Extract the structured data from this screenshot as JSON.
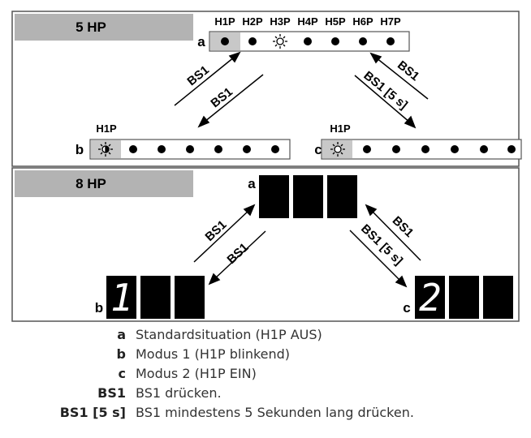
{
  "panel_5hp": {
    "title": "5 HP",
    "led_labels": [
      "H1P",
      "H2P",
      "H3P",
      "H4P",
      "H5P",
      "H6P",
      "H7P"
    ],
    "mode_a_label": "a",
    "mode_b_label": "b",
    "mode_c_label": "c",
    "h1p_label": "H1P",
    "arrow_labels": {
      "a_to_b_up": "BS1",
      "a_to_b_down": "BS1",
      "a_to_c_up": "BS1",
      "a_to_c_down": "BS1 [5 s]"
    }
  },
  "panel_8hp": {
    "title": "8 HP",
    "mode_a_label": "a",
    "mode_b_label": "b",
    "mode_c_label": "c",
    "digit_b": "1",
    "digit_c": "2",
    "arrow_labels": {
      "a_to_b_up": "BS1",
      "a_to_b_down": "BS1",
      "a_to_c_up": "BS1",
      "a_to_c_down": "BS1 [5 s]"
    }
  },
  "legend": [
    {
      "key": "a",
      "text": "Standardsituation (H1P AUS)"
    },
    {
      "key": "b",
      "text": "Modus 1 (H1P blinkend)"
    },
    {
      "key": "c",
      "text": "Modus 2 (H1P EIN)"
    },
    {
      "key": "BS1",
      "text": "BS1 drücken."
    },
    {
      "key": "BS1 [5 s]",
      "text": "BS1 mindestens 5 Sekunden lang drücken."
    }
  ],
  "colors": {
    "title_bar": "#b3b3b3",
    "led_highlight": "#c8c8c8",
    "frame": "#555555",
    "display": "#000000"
  }
}
